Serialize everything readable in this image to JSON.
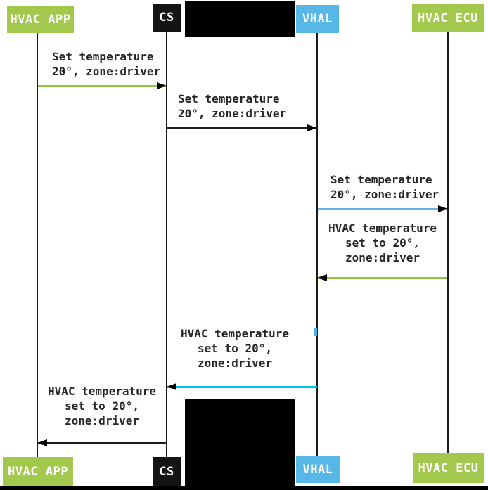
{
  "participants": [
    {
      "id": "hvac-app",
      "label": "HVAC APP",
      "fill": "#a3c84e",
      "text_color": "#ffffff"
    },
    {
      "id": "cs",
      "label": "CS",
      "fill": "#141414",
      "text_color": "#ffffff"
    },
    {
      "id": "vhal",
      "label": "VHAL",
      "fill": "#57b7e6",
      "text_color": "#ffffff"
    },
    {
      "id": "hvac-ecu",
      "label": "HVAC ECU",
      "fill": "#a3c84e",
      "text_color": "#ffffff"
    }
  ],
  "messages": [
    {
      "from": "HVAC APP",
      "to": "CS",
      "color": "#8fc63f",
      "lines": [
        "Set temperature",
        "20°, zone:driver"
      ]
    },
    {
      "from": "CS",
      "to": "VHAL",
      "color": "#1c1c1c",
      "lines": [
        "Set temperature",
        "20°, zone:driver"
      ]
    },
    {
      "from": "VHAL",
      "to": "HVAC ECU",
      "color": "#61b4e3",
      "lines": [
        "Set temperature",
        "20°, zone:driver"
      ]
    },
    {
      "from": "HVAC ECU",
      "to": "VHAL",
      "color": "#8fc63f",
      "lines": [
        "HVAC temperature",
        "set to 20°,",
        "zone:driver"
      ]
    },
    {
      "from": "VHAL",
      "to": "CS",
      "color": "#00c4f3",
      "lines": [
        "HVAC temperature",
        "set to 20°,",
        "zone:driver"
      ]
    },
    {
      "from": "CS",
      "to": "HVAC APP",
      "color": "#1c1c1c",
      "lines": [
        "HVAC temperature",
        "set to 20°,",
        "zone:driver"
      ]
    }
  ],
  "redacted_blocks": [
    {
      "id": "top-right-of-cs",
      "color": "#000000"
    },
    {
      "id": "bottom-center",
      "color": "#000000"
    },
    {
      "id": "bottom-edge-strip",
      "color": "#000000"
    }
  ]
}
